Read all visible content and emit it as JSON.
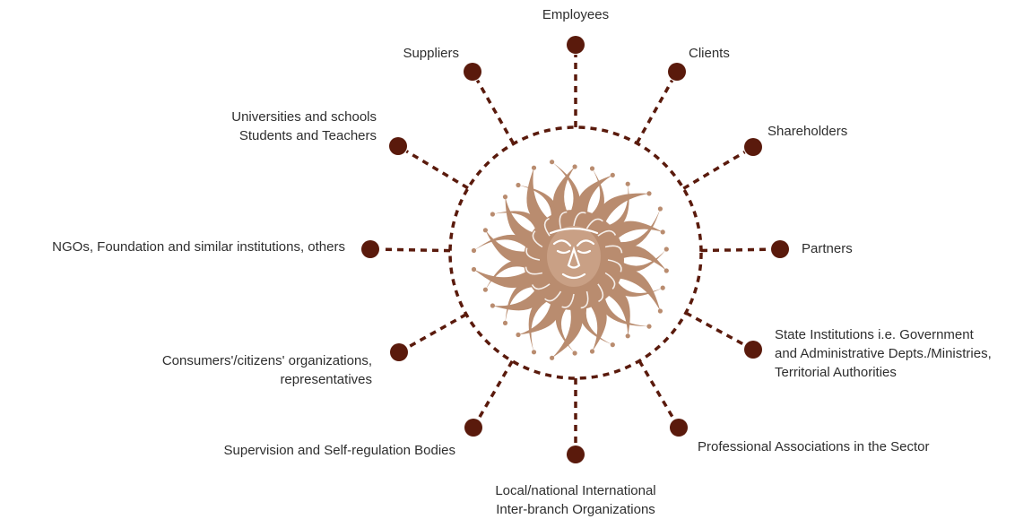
{
  "colors": {
    "connector": "#5a1a0c",
    "node": "#5a1a0c",
    "emblem": "#b98c6f",
    "text": "#2e2e2e"
  },
  "center": {
    "icon": "lion-sun-emblem-icon"
  },
  "stakeholders": [
    {
      "id": "employees",
      "label": "Employees"
    },
    {
      "id": "clients",
      "label": "Clients"
    },
    {
      "id": "shareholders",
      "label": "Shareholders"
    },
    {
      "id": "partners",
      "label": "Partners"
    },
    {
      "id": "state-institutions",
      "label": "State Institutions i.e. Government\nand Administrative Depts./Ministries,\nTerritorial Authorities"
    },
    {
      "id": "professional-associations",
      "label": "Professional Associations in the Sector"
    },
    {
      "id": "inter-branch-organizations",
      "label": "Local/national International\nInter-branch Organizations"
    },
    {
      "id": "supervision-bodies",
      "label": "Supervision and Self-regulation Bodies"
    },
    {
      "id": "consumers-organizations",
      "label": "Consumers'/citizens' organizations,\nrepresentatives"
    },
    {
      "id": "ngos",
      "label": "NGOs, Foundation and similar institutions, others"
    },
    {
      "id": "universities",
      "label": "Universities and schools\nStudents and Teachers"
    },
    {
      "id": "suppliers",
      "label": "Suppliers"
    }
  ]
}
